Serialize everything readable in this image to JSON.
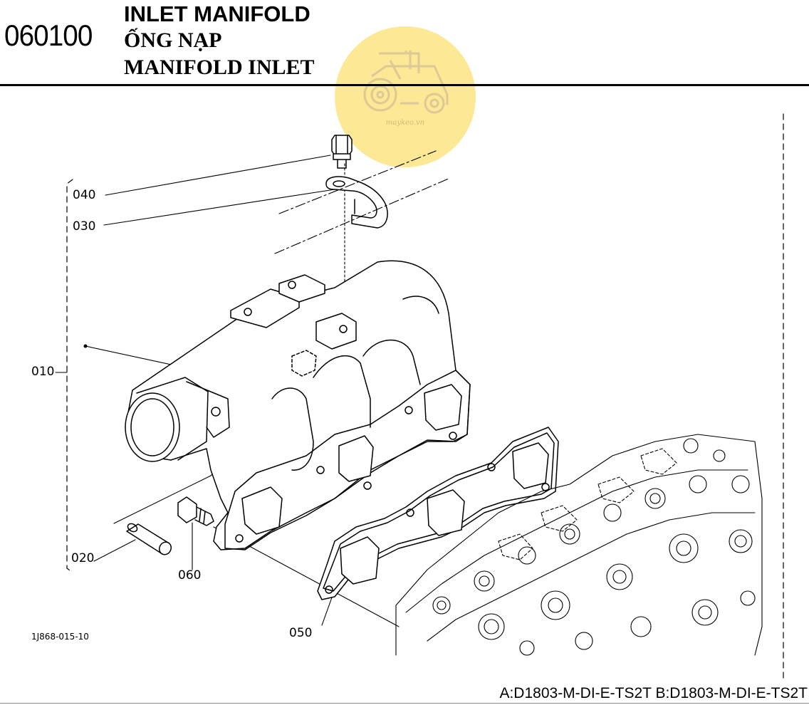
{
  "header": {
    "page_number": "060100",
    "title_en": "INLET MANIFOLD",
    "title_vi": "ỐNG NẠP",
    "title_ms": "MANIFOLD INLET"
  },
  "watermark": {
    "logo_icon": "tractor-icon",
    "text": "maykeo.vn",
    "color": "#fde68a"
  },
  "parts": {
    "p010": "010",
    "p020": "020",
    "p030": "030",
    "p040": "040",
    "p050": "050",
    "p060": "060"
  },
  "drawing_code": "1J868-015-10",
  "model_codes": "A:D1803-M-DI-E-TS2T B:D1803-M-DI-E-TS2T"
}
